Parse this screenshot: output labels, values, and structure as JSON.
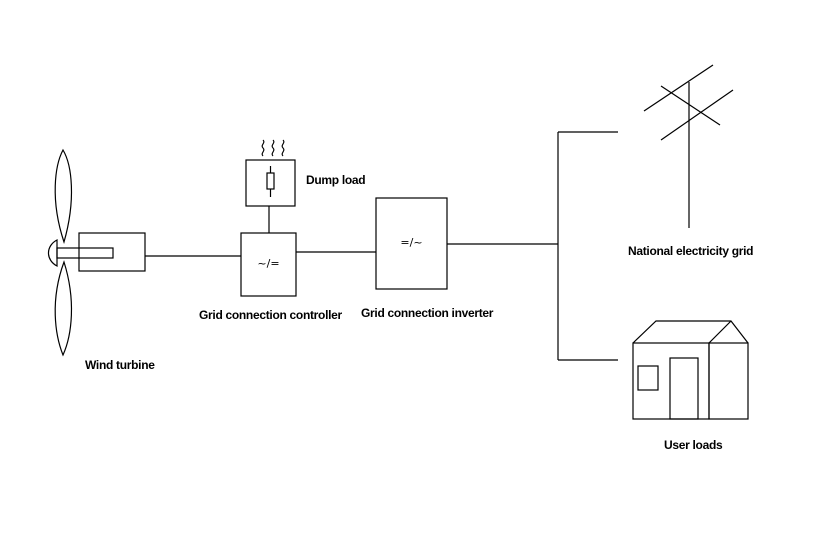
{
  "diagram": {
    "labels": {
      "wind_turbine": "Wind turbine",
      "dump_load": "Dump load",
      "controller": "Grid connection controller",
      "inverter": "Grid connection inverter",
      "national_grid": "National electricity grid",
      "user_loads": "User loads"
    },
    "symbols": {
      "controller": "~/=",
      "inverter": "=/~"
    },
    "colors": {
      "line": "#000000",
      "background": "#ffffff"
    }
  }
}
